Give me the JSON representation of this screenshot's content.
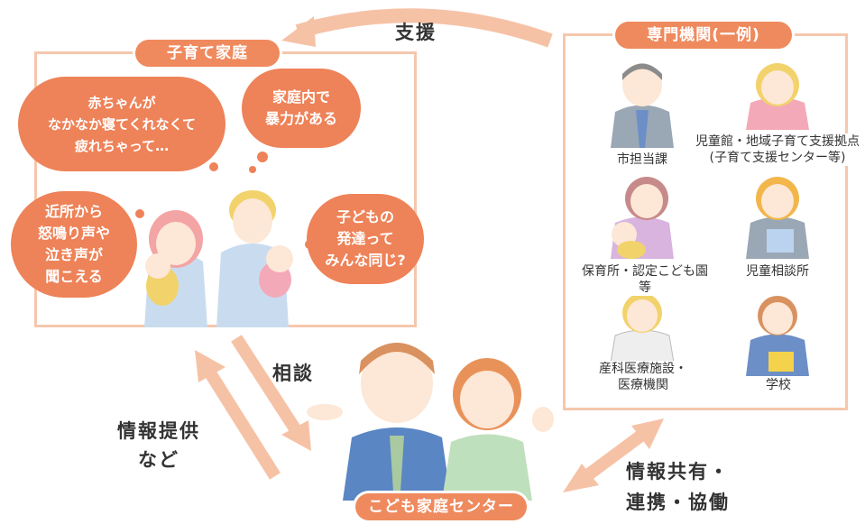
{
  "support_label": "支援",
  "consult_label": "相談",
  "info_label": "情報提供\nなど",
  "share_label": "情報共有・\n連携・協働",
  "family": {
    "title": "子育て家庭",
    "bubbles": [
      "赤ちゃんが\nなかなか寝てくれなくて\n疲れちゃって…",
      "家庭内で\n暴力がある",
      "近所から\n怒鳴り声や\n泣き声が\n聞こえる",
      "子どもの\n発達って\nみんな同じ?"
    ]
  },
  "agencies": {
    "title": "専門機関(一例)",
    "items": [
      "市担当課",
      "児童館・地域子育て支援拠点\n(子育て支援センター等)",
      "保育所・認定こども園等",
      "児童相談所",
      "産科医療施設・\n医療機関",
      "学校"
    ]
  },
  "center": {
    "title": "こども家庭センター"
  },
  "colors": {
    "accent": "#ee8258",
    "arrow": "#f6c2a6",
    "frame": "#f6c7ad"
  }
}
